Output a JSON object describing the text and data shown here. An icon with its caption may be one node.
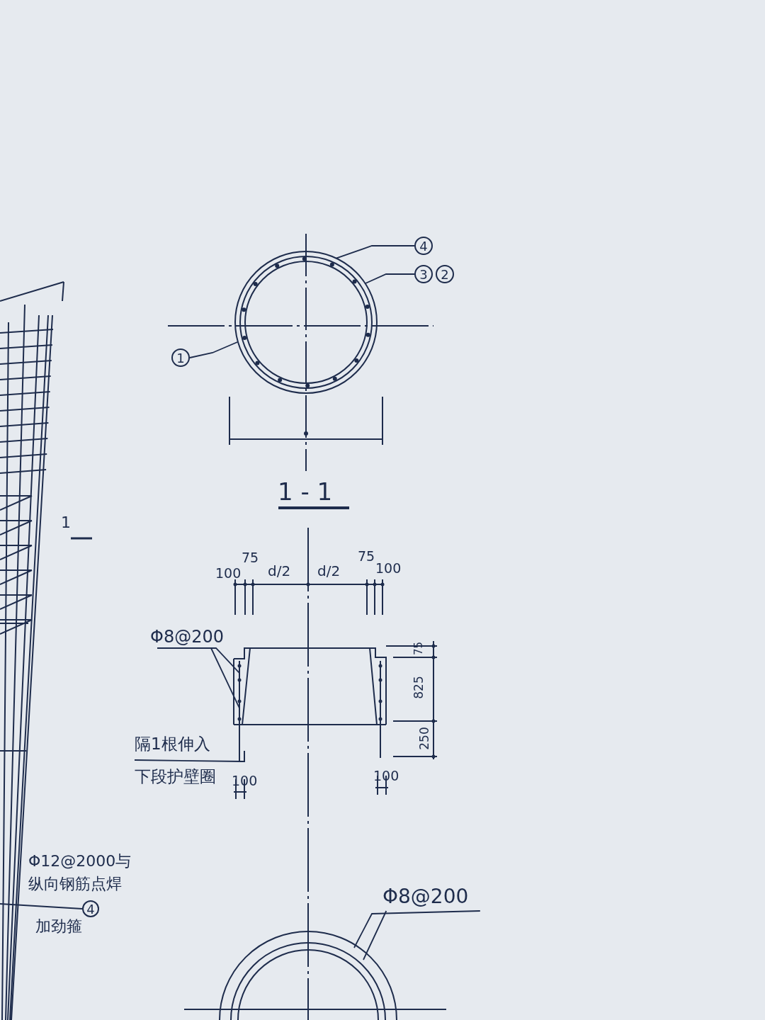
{
  "diagram": {
    "nodes": [
      {
        "text": [
          "4"
        ]
      },
      {
        "text": [
          "3"
        ]
      },
      {
        "text": [
          "2"
        ]
      },
      {
        "text": [
          "1"
        ]
      },
      {
        "text": [
          "Φ8@200"
        ]
      },
      {
        "text": [
          "隔1根伸入下段护壁圈"
        ]
      },
      {
        "text": [
          "4"
        ],
        "beside": [
          "Φ12@2000与纵向钢筋点焊",
          "加劲箍"
        ]
      },
      {
        "text": [
          "Φ8@200"
        ]
      },
      {
        "text": [],
        "shape": "bar"
      },
      {
        "text": [],
        "shape": "picture"
      }
    ],
    "edges": [
      {
        "from": 0,
        "to": 9,
        "arrow": "none"
      },
      {
        "from": 1,
        "to": 9,
        "arrow": "none"
      },
      {
        "from": 3,
        "to": 9,
        "arrow": "none"
      },
      {
        "from": 4,
        "to": 8,
        "arrow": "none"
      },
      {
        "from": 4,
        "to": 8,
        "arrow": "none"
      },
      {
        "from": 5,
        "to": 8,
        "arrow": "none"
      },
      {
        "from": null,
        "to": 6,
        "arrow": "none"
      },
      {
        "from": 7,
        "to": null,
        "arrow": "none"
      },
      {
        "from": 7,
        "to": null,
        "arrow": "none"
      }
    ],
    "labels": [
      "1 - 1",
      "1",
      "100",
      "75",
      "d/2",
      "d/2",
      "75",
      "100",
      "75",
      "825",
      "250",
      "100",
      "100"
    ]
  }
}
